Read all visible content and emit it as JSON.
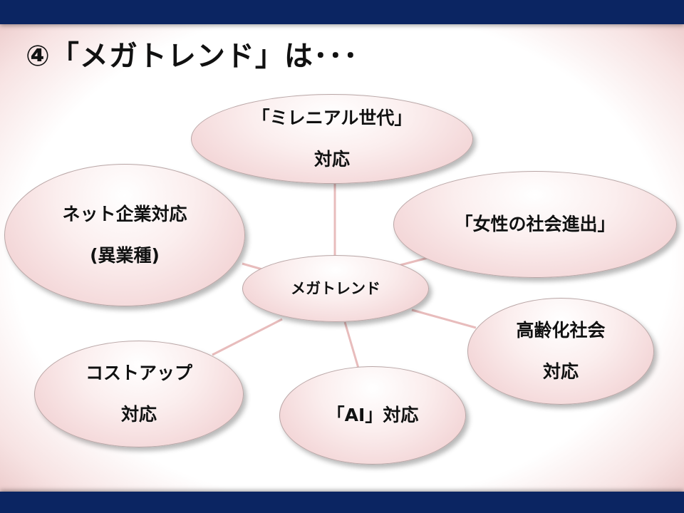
{
  "slide": {
    "title": "④「メガトレンド」は･･･"
  },
  "diagram": {
    "center": {
      "label": "メガトレンド"
    },
    "nodes": [
      {
        "id": "millennial",
        "line1": "「ミレニアル世代」",
        "line2": "対応"
      },
      {
        "id": "women",
        "line1": "「女性の社会進出」",
        "line2": ""
      },
      {
        "id": "aging",
        "line1": "高齢化社会",
        "line2": "対応"
      },
      {
        "id": "ai",
        "line1": "「AI」対応",
        "line2": ""
      },
      {
        "id": "cost",
        "line1": "コストアップ",
        "line2": "対応"
      },
      {
        "id": "net",
        "line1": "ネット企業対応",
        "line2": "(異業種)"
      }
    ]
  },
  "colors": {
    "bar": "#0b2562",
    "bubble_fill": "#efc9cb",
    "connector": "#e8bcbc"
  }
}
